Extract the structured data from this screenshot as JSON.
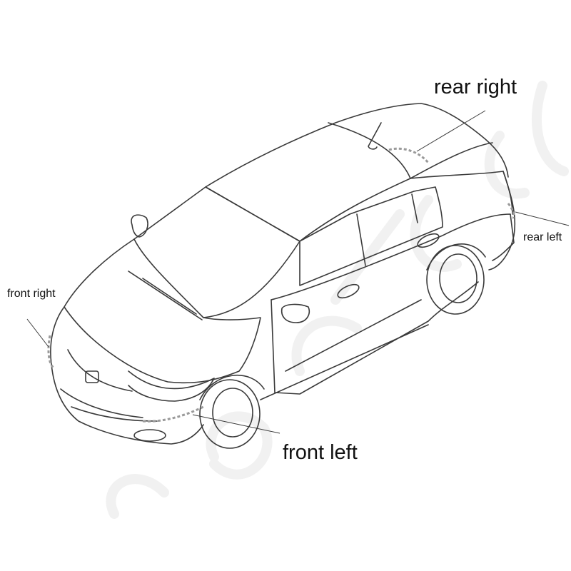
{
  "labels": {
    "rear_right": "rear right",
    "rear_left": "rear left",
    "front_right": "front right",
    "front_left": "front left"
  },
  "colors": {
    "outline": "#3a3a3a",
    "sensor_highlight": "#9a9a9a",
    "watermark": "#f1f1f1",
    "background": "#ffffff"
  },
  "icons": [
    "car-outline-illustration"
  ]
}
